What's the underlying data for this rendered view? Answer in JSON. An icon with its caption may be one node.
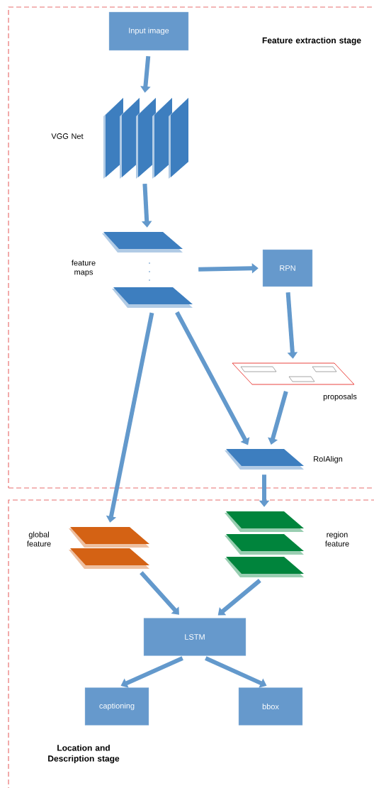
{
  "diagram": {
    "nodes": [
      {
        "text": [
          "Feature extraction stage"
        ]
      },
      {
        "text": [
          "Input image"
        ],
        "in": 0
      },
      {
        "text": [
          "VGG Net"
        ],
        "in": 0
      },
      {
        "text": [
          "feature maps"
        ],
        "in": 0
      },
      {
        "text": [
          "RPN"
        ],
        "in": 0
      },
      {
        "text": [
          "proposals"
        ],
        "in": 0
      },
      {
        "text": [
          "RoIAlign"
        ],
        "in": 0
      },
      {
        "text": [
          "Location and Description stage"
        ]
      },
      {
        "text": [
          "global feature"
        ],
        "in": 7
      },
      {
        "text": [
          "region feature"
        ],
        "in": 7
      },
      {
        "text": [
          "LSTM"
        ],
        "in": 7
      },
      {
        "text": [
          "captioning"
        ],
        "in": 7
      },
      {
        "text": [
          "bbox"
        ],
        "in": 7
      }
    ],
    "edges": [
      {
        "from": 1,
        "to": 2,
        "arrow": "to"
      },
      {
        "from": 2,
        "to": 3,
        "arrow": "to"
      },
      {
        "from": 3,
        "to": 4,
        "arrow": "to"
      },
      {
        "from": 4,
        "to": 5,
        "arrow": "to"
      },
      {
        "from": 3,
        "to": 6,
        "arrow": "to"
      },
      {
        "from": 5,
        "to": 6,
        "arrow": "to"
      },
      {
        "from": 3,
        "to": 8,
        "arrow": "to"
      },
      {
        "from": 6,
        "to": 9,
        "arrow": "to"
      },
      {
        "from": 8,
        "to": 10,
        "arrow": "to"
      },
      {
        "from": 9,
        "to": 10,
        "arrow": "to"
      },
      {
        "from": 10,
        "to": 11,
        "arrow": "to"
      },
      {
        "from": 10,
        "to": 12,
        "arrow": "to"
      }
    ]
  }
}
